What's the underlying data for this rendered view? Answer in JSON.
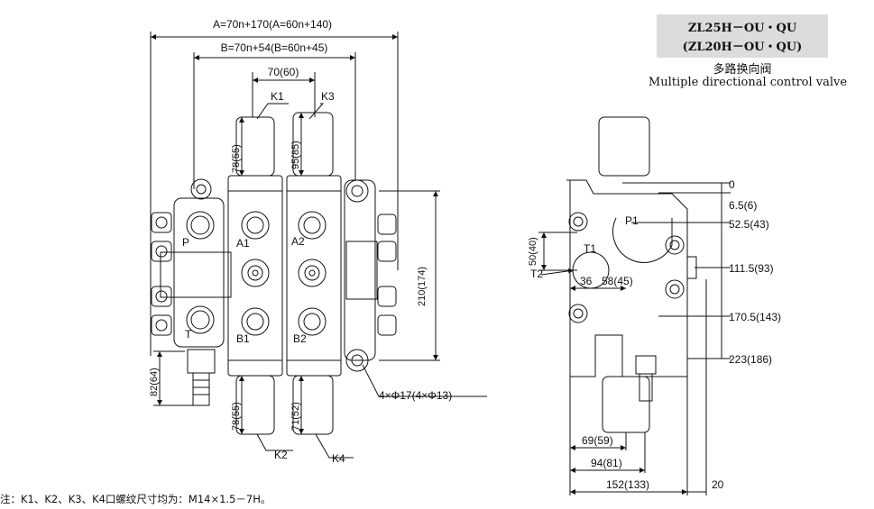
{
  "title": {
    "line1": "ZL25H－OU・QU",
    "line2": "(ZL20H－OU・QU)",
    "chinese": "多路换向阀",
    "english": "Multiple directional control valve"
  },
  "dimensions": {
    "a": "A=70n+170(A=60n+140)",
    "b": "B=70n+54(B=60n+45)",
    "pitch": "70(60)",
    "k1": "K1",
    "k2": "K2",
    "k3": "K3",
    "k4": "K4",
    "d78a": "78(55)",
    "d95": "95(85)",
    "d78b": "78(55)",
    "d71": "71(52)",
    "d82": "82(64)",
    "d210": "210(174)",
    "holes": "4×Φ17(4×Φ13)",
    "d0": "0",
    "d6_5": "6.5(6)",
    "d52_5": "52.5(43)",
    "d111_5": "111.5(93)",
    "d170_5": "170.5(143)",
    "d223": "223(186)",
    "d50": "50(40)",
    "d36": "36",
    "d58": "58(45)",
    "d69": "69(59)",
    "d94": "94(81)",
    "d152": "152(133)",
    "d20": "20"
  },
  "ports": {
    "p": "P",
    "t": "T",
    "a1": "A1",
    "a2": "A2",
    "b1": "B1",
    "b2": "B2",
    "p1": "P1",
    "t1": "T1",
    "t2": "T2"
  },
  "note": "注：K1、K2、K3、K4口螺纹尺寸均为：M14×1.5－7H。"
}
